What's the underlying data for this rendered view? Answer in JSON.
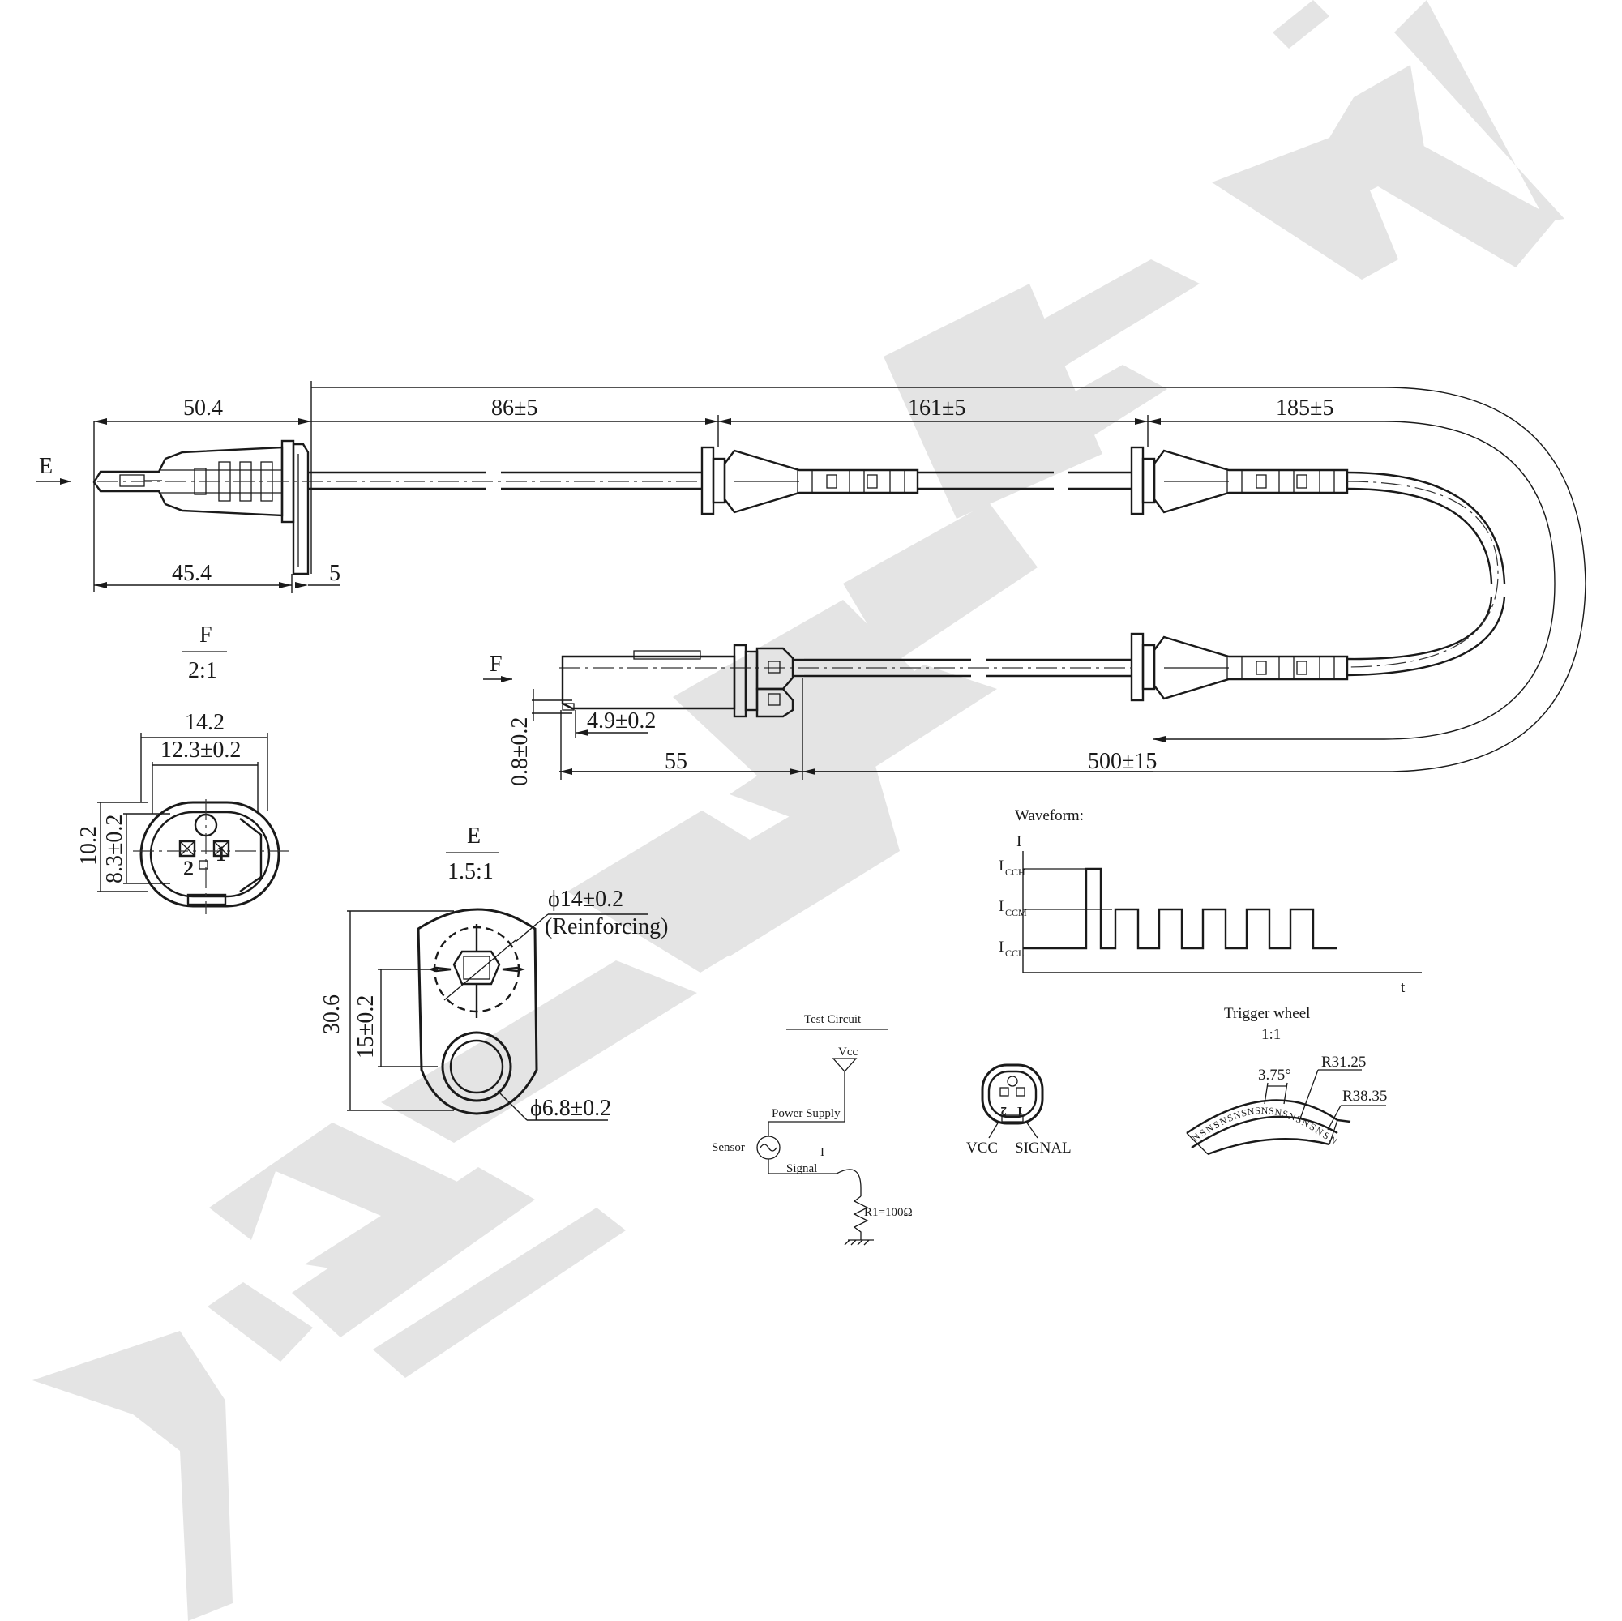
{
  "watermark": {
    "text": "ZENNEK",
    "color": "#e4e4e4"
  },
  "main_view": {
    "dims": {
      "d_50_4": "50.4",
      "d_86": "86±5",
      "d_161": "161±5",
      "d_185": "185±5",
      "d_45_4": "45.4",
      "d_5": "5",
      "d_4_9": "4.9±0.2",
      "d_0_8": "0.8±0.2",
      "d_55": "55",
      "d_500": "500±15"
    },
    "view_e_marker": "E",
    "view_f_marker": "F"
  },
  "view_f": {
    "title": "F",
    "scale": "2:1",
    "dims": {
      "d_14_2": "14.2",
      "d_12_3": "12.3±0.2",
      "d_10_2": "10.2",
      "d_8_3": "8.3±0.2"
    },
    "pins": [
      "1",
      "2"
    ]
  },
  "view_e": {
    "title": "E",
    "scale": "1.5:1",
    "dims": {
      "d_14": "ϕ14±0.2",
      "d_reinforcing": "(Reinforcing)",
      "d_30_6": "30.6",
      "d_15": "15±0.2",
      "d_6_8": "ϕ6.8±0.2"
    }
  },
  "waveform": {
    "title": "Waveform:",
    "y_axis": "I",
    "x_axis": "t",
    "levels": {
      "high": "I",
      "high_sub": "CCH",
      "mid": "I",
      "mid_sub": "CCM",
      "low": "I",
      "low_sub": "CCL"
    }
  },
  "test_circuit": {
    "title": "Test Circuit",
    "vcc": "Vcc",
    "power_supply": "Power Supply",
    "sensor": "Sensor",
    "current": "I",
    "signal": "Signal",
    "resistor": "R1=100Ω"
  },
  "pinout": {
    "pin2_label": "VCC",
    "pin1_label": "SIGNAL",
    "pins": [
      "2",
      "1"
    ]
  },
  "trigger_wheel": {
    "title": "Trigger wheel",
    "scale": "1:1",
    "angle": "3.75°",
    "r_inner": "R31.25",
    "r_outer": "R38.35",
    "poles": [
      "N",
      "S",
      "N",
      "S",
      "N",
      "S",
      "N",
      "S",
      "N",
      "S",
      "N",
      "S",
      "N",
      "S",
      "N",
      "S",
      "N",
      "S",
      "N",
      "S",
      "N"
    ]
  }
}
